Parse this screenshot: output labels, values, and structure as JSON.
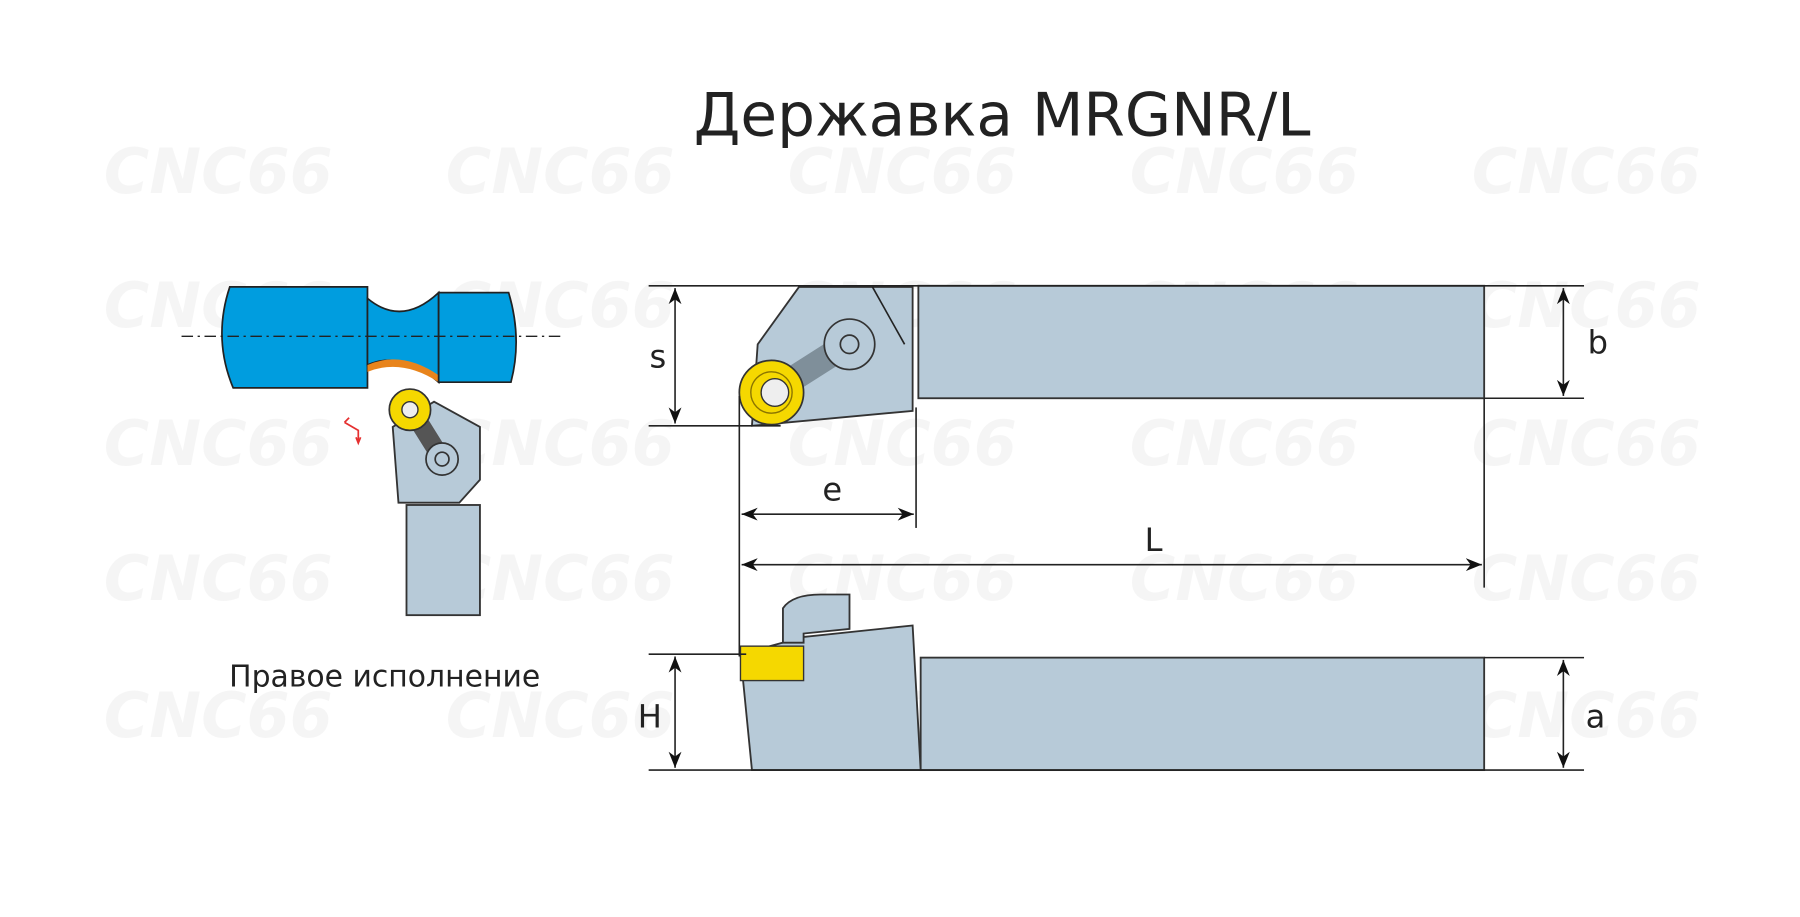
{
  "title": "Державка MRGNR/L",
  "caption": "Правое исполнение",
  "watermark": "CNC66",
  "dimensions": {
    "s": "s",
    "b": "b",
    "e": "e",
    "L": "L",
    "H": "H",
    "a": "a"
  },
  "colors": {
    "workpiece": "#009ddf",
    "chip": "#e8841c",
    "insert": "#f5d800",
    "holder": "#b7cad8",
    "arrow_red": "#e53030"
  }
}
